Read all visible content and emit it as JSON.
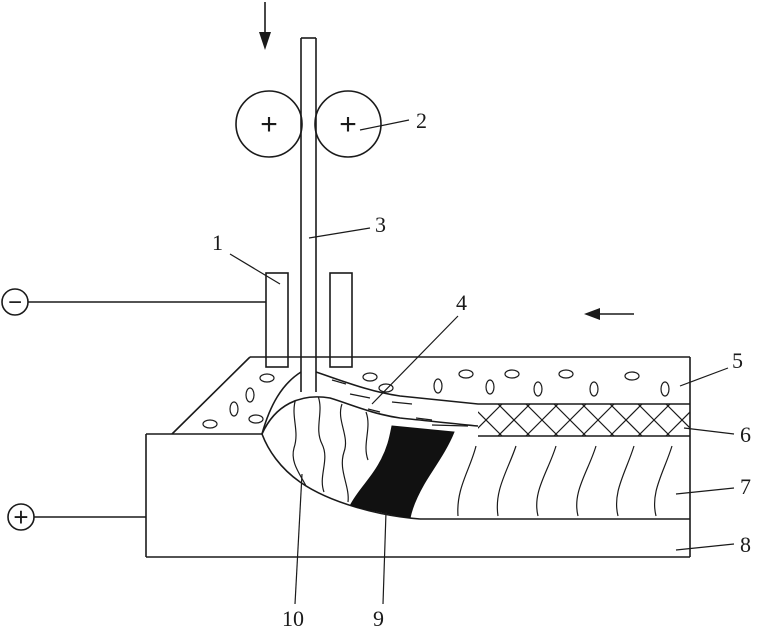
{
  "labels": {
    "l1": "1",
    "l2": "2",
    "l3": "3",
    "l4": "4",
    "l5": "5",
    "l6": "6",
    "l7": "7",
    "l8": "8",
    "l9": "9",
    "l10": "10"
  },
  "symbols": {
    "minus": "−",
    "plus_terminal": "+",
    "roller_plus": "+"
  },
  "colors": {
    "ink": "#1a1a1a",
    "paper": "#ffffff"
  }
}
